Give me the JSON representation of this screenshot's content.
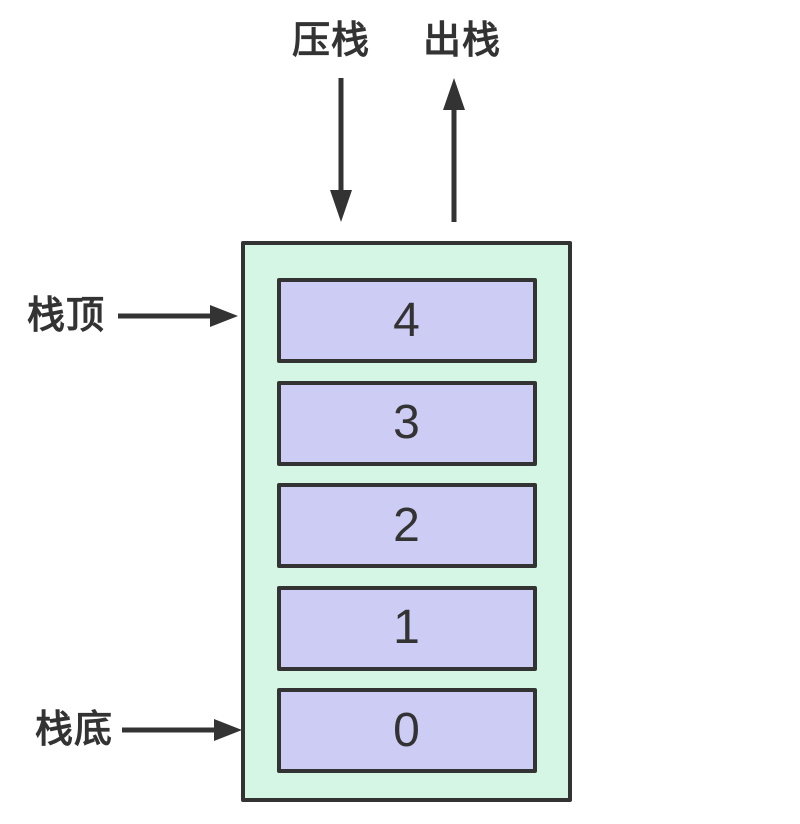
{
  "labels": {
    "push": "压栈",
    "pop": "出栈",
    "stack_top": "栈顶",
    "stack_bottom": "栈底"
  },
  "stack": {
    "items": [
      "4",
      "3",
      "2",
      "1",
      "0"
    ]
  },
  "colors": {
    "container_fill": "#d5f6e4",
    "item_fill": "#cdccf5",
    "stroke": "#333333",
    "background": "#ffffff"
  }
}
